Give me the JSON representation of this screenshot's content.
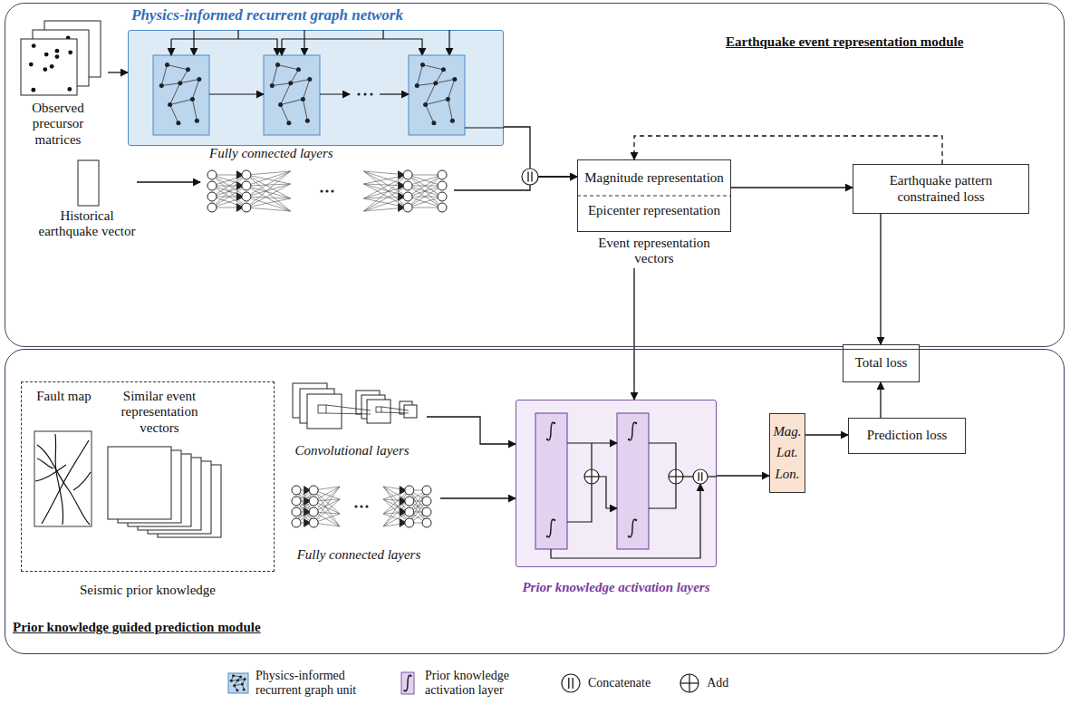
{
  "diagram": {
    "nodes": [
      {
        "text": [
          "Earthquake event representation module"
        ]
      },
      {
        "text": [
          "Physics-informed recurrent graph network"
        ],
        "in": 0
      },
      {
        "text": [
          "Observed precursor matrices"
        ],
        "in": 0
      },
      {
        "text": [
          "Historical earthquake vector"
        ],
        "in": 0
      },
      {
        "text": [
          "Fully connected layers"
        ],
        "in": 0
      },
      {
        "text": [
          "Magnitude representation",
          "Epicenter representation",
          "Event representation vectors"
        ],
        "in": 0
      },
      {
        "text": [
          "Earthquake pattern constrained loss"
        ],
        "in": 0
      },
      {
        "text": [
          "Total loss"
        ]
      },
      {
        "text": [
          "Prior knowledge guided prediction module"
        ]
      },
      {
        "text": [
          "Seismic prior knowledge"
        ],
        "in": 8
      },
      {
        "text": [
          "Fault map"
        ],
        "in": 9
      },
      {
        "text": [
          "Similar event representation vectors"
        ],
        "in": 9
      },
      {
        "text": [
          "Convolutional layers"
        ],
        "in": 8
      },
      {
        "text": [
          "Fully connected layers"
        ],
        "in": 8
      },
      {
        "text": [
          "Prior knowledge activation layers"
        ],
        "in": 8
      },
      {
        "text": [
          "Mag.",
          "Lat.",
          "Lon."
        ],
        "in": 8
      },
      {
        "text": [
          "Prediction loss"
        ],
        "in": 8
      }
    ],
    "edges": [
      {
        "from": 2,
        "to": 1,
        "arrow": "to"
      },
      {
        "from": 3,
        "to": 4,
        "arrow": "to"
      },
      {
        "from": 1,
        "to": 5,
        "arrow": "to"
      },
      {
        "from": 4,
        "to": 5,
        "arrow": "to"
      },
      {
        "from": 5,
        "to": 6,
        "arrow": "to"
      },
      {
        "from": 6,
        "to": 5,
        "arrow": "to"
      },
      {
        "from": 6,
        "to": 7,
        "arrow": "to"
      },
      {
        "from": 5,
        "to": 14,
        "arrow": "to"
      },
      {
        "from": 12,
        "to": 14,
        "arrow": "to"
      },
      {
        "from": 13,
        "to": 14,
        "arrow": "to"
      },
      {
        "from": 14,
        "to": 15,
        "arrow": "to"
      },
      {
        "from": 15,
        "to": 16,
        "arrow": "to"
      },
      {
        "from": 16,
        "to": 7,
        "arrow": "to"
      }
    ],
    "legend": [
      {
        "text": "Physics-informed recurrent graph unit"
      },
      {
        "text": "Prior knowledge activation layer"
      },
      {
        "text": "Concatenate"
      },
      {
        "text": "Add"
      }
    ]
  }
}
